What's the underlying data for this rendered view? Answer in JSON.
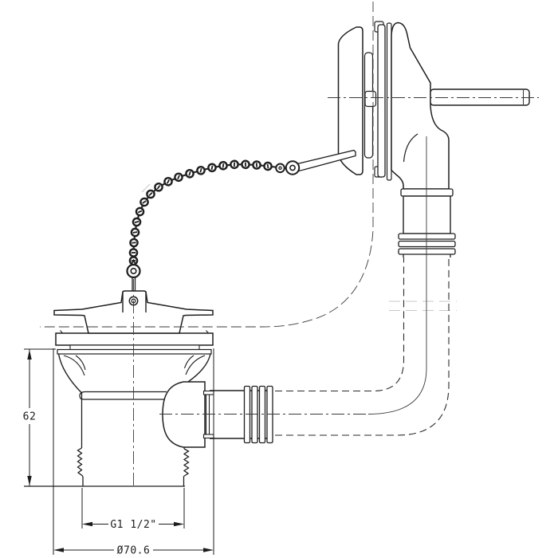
{
  "drawing": {
    "dimensions": {
      "body_height": {
        "label": "62"
      },
      "outlet_thread": {
        "label": "G1 1/2\""
      },
      "flange_diameter": {
        "label": "Ø70.6"
      }
    },
    "colors": {
      "line": "#1e1e1e",
      "centerline": "#3a3a3a",
      "phantom_light": "#c8c8c8",
      "background": "#ffffff"
    }
  }
}
